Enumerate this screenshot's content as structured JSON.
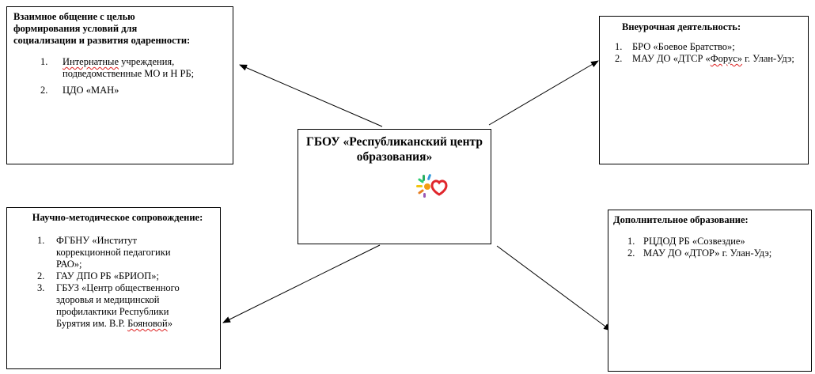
{
  "center": {
    "title": "ГБОУ «Республиканский центр образования»",
    "logo_icon": "colorful-sun-heart-logo"
  },
  "top_left": {
    "title": "Взаимное общение с целью формирования условий для социализации и развития одаренности:",
    "items": [
      {
        "num": "1.",
        "pre": "",
        "sq": "Интернатные",
        "post": " учреждения, подведомственные МО и Н РБ;"
      },
      {
        "num": "2.",
        "pre": "ЦДО «МАН»",
        "sq": "",
        "post": ""
      }
    ]
  },
  "top_right": {
    "title": "Внеурочная деятельность:",
    "items": [
      {
        "num": "1.",
        "pre": "БРО «Боевое Братство»;",
        "sq": "",
        "post": ""
      },
      {
        "num": "2.",
        "pre": "МАУ ДО «ДТСР «",
        "sq": "Форус»",
        "post": " г. Улан-Удэ;"
      }
    ]
  },
  "bottom_left": {
    "title": "Научно-методическое сопровождение:",
    "items": [
      {
        "num": "1.",
        "pre": "ФГБНУ «Институт коррекционной педагогики РАО»;",
        "sq": "",
        "post": ""
      },
      {
        "num": "2.",
        "pre": "ГАУ ДПО РБ «БРИОП»;",
        "sq": "",
        "post": ""
      },
      {
        "num": "3.",
        "pre": "ГБУЗ «Центр общественного здоровья и медицинской профилактики Республики Бурятия им. В.Р. ",
        "sq": "Бояновой",
        "post": "»"
      }
    ]
  },
  "bottom_right": {
    "title": "Дополнительное образование:",
    "items": [
      {
        "num": "1.",
        "pre": "РЦДОД РБ «Созвездие»",
        "sq": "",
        "post": ""
      },
      {
        "num": "2.",
        "pre": "МАУ ДО «ДТОР» г. Улан-Удэ;",
        "sq": "",
        "post": ""
      }
    ]
  }
}
